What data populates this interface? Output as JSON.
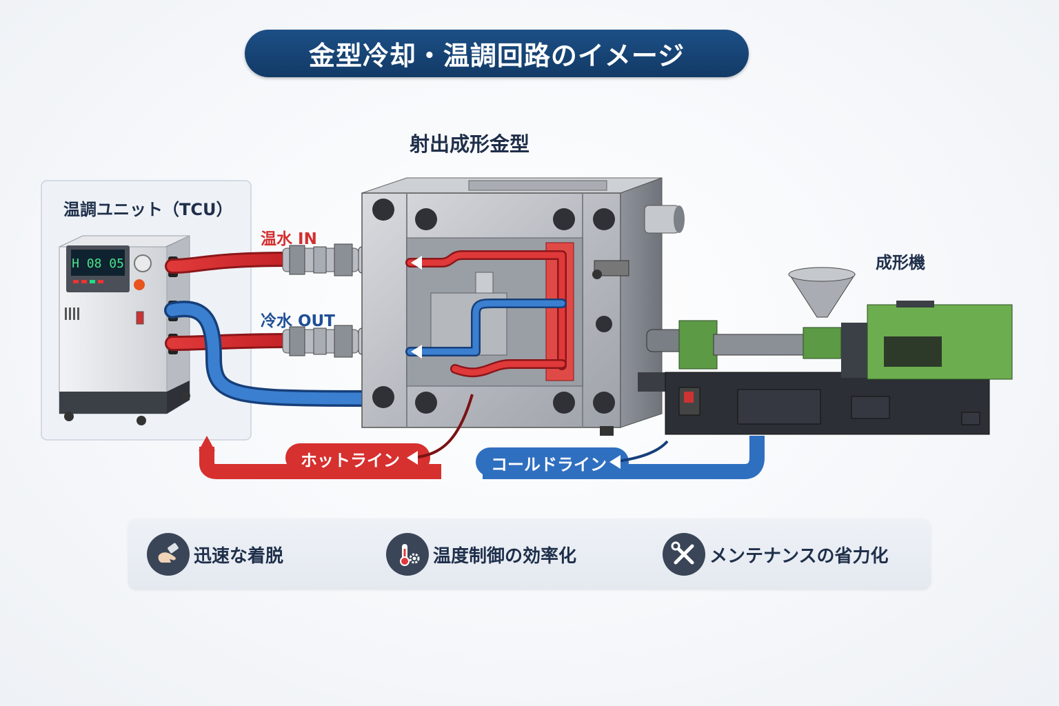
{
  "title": "金型冷却・温調回路のイメージ",
  "components": {
    "mold": "射出成形金型",
    "tcu": "温調ユニット（TCU）",
    "machine": "成形機"
  },
  "flows": {
    "warm_in": "温水 IN",
    "cold_out": "冷水 OUT",
    "hot_line": "ホットライン",
    "cold_line": "コールドライン"
  },
  "tcu_display": "H 08 05",
  "features": [
    {
      "label": "迅速な着脱",
      "icon": "hand-coupler-icon"
    },
    {
      "label": "温度制御の効率化",
      "icon": "thermometer-gear-icon"
    },
    {
      "label": "メンテナンスの省力化",
      "icon": "wrench-screwdriver-icon"
    }
  ],
  "colors": {
    "title_bg": "#1a4a7e",
    "hot": "#d32f2f",
    "cold": "#2f6fc0",
    "machine_green": "#6cae4f"
  }
}
